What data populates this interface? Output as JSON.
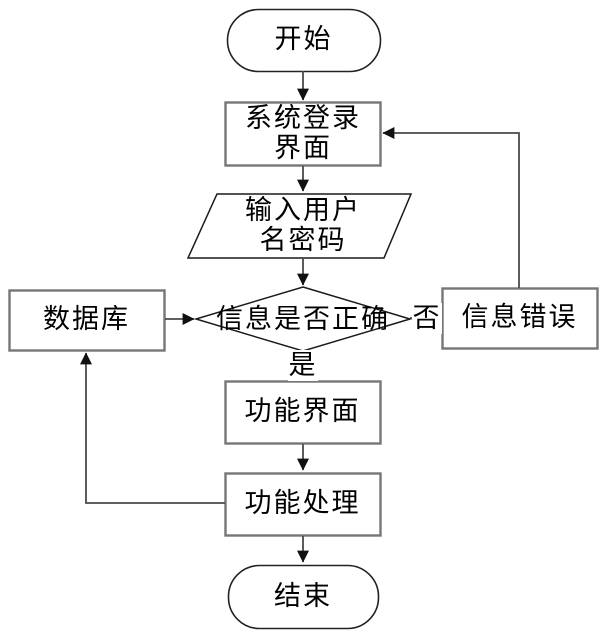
{
  "diagram": {
    "type": "flowchart",
    "background": "#ffffff",
    "nodes": {
      "start": {
        "label": "开始",
        "shape": "terminator"
      },
      "login_screen": {
        "label": "系统登录界面",
        "shape": "process"
      },
      "input_credentials": {
        "label": "输入用户名密码",
        "shape": "input-output"
      },
      "check_info": {
        "label": "信息是否正确",
        "shape": "decision"
      },
      "database": {
        "label": "数据库",
        "shape": "process"
      },
      "info_error": {
        "label": "信息错误",
        "shape": "process"
      },
      "function_ui": {
        "label": "功能界面",
        "shape": "process"
      },
      "function_process": {
        "label": "功能处理",
        "shape": "process"
      },
      "end": {
        "label": "结束",
        "shape": "terminator"
      }
    },
    "edge_labels": {
      "yes": "是",
      "no": "否"
    },
    "edges": [
      {
        "from": "start",
        "to": "login_screen"
      },
      {
        "from": "login_screen",
        "to": "input_credentials"
      },
      {
        "from": "input_credentials",
        "to": "check_info"
      },
      {
        "from": "database",
        "to": "check_info"
      },
      {
        "from": "check_info",
        "to": "info_error",
        "label": "否"
      },
      {
        "from": "info_error",
        "to": "login_screen"
      },
      {
        "from": "check_info",
        "to": "function_ui",
        "label": "是"
      },
      {
        "from": "function_ui",
        "to": "function_process"
      },
      {
        "from": "function_process",
        "to": "database"
      },
      {
        "from": "function_process",
        "to": "end"
      }
    ],
    "colors": {
      "process_border": "#767676",
      "shape_border": "#1a1a1a",
      "connector": "#4a4a4a",
      "arrowhead": "#111111",
      "text": "#000000"
    }
  }
}
